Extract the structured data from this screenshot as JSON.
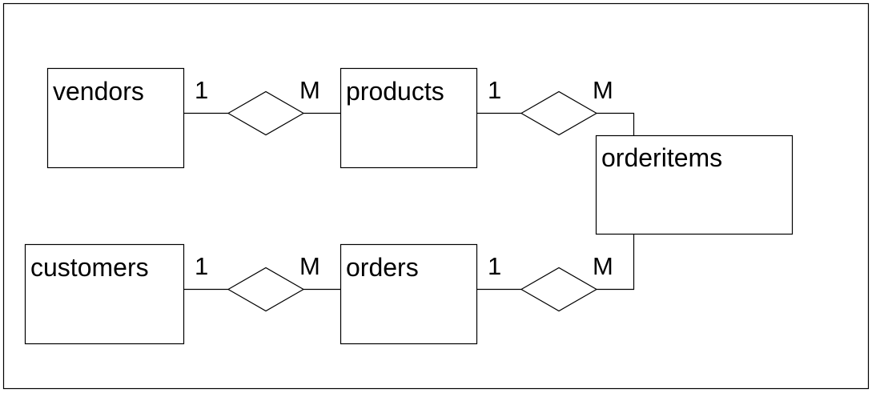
{
  "entities": {
    "vendors": "vendors",
    "products": "products",
    "orderitems": "orderitems",
    "customers": "customers",
    "orders": "orders"
  },
  "relationships": {
    "vendors_products": {
      "one": "1",
      "many": "M"
    },
    "products_orderitems": {
      "one": "1",
      "many": "M"
    },
    "customers_orders": {
      "one": "1",
      "many": "M"
    },
    "orders_orderitems": {
      "one": "1",
      "many": "M"
    }
  },
  "colors": {
    "stroke": "#000000",
    "background": "#ffffff"
  }
}
